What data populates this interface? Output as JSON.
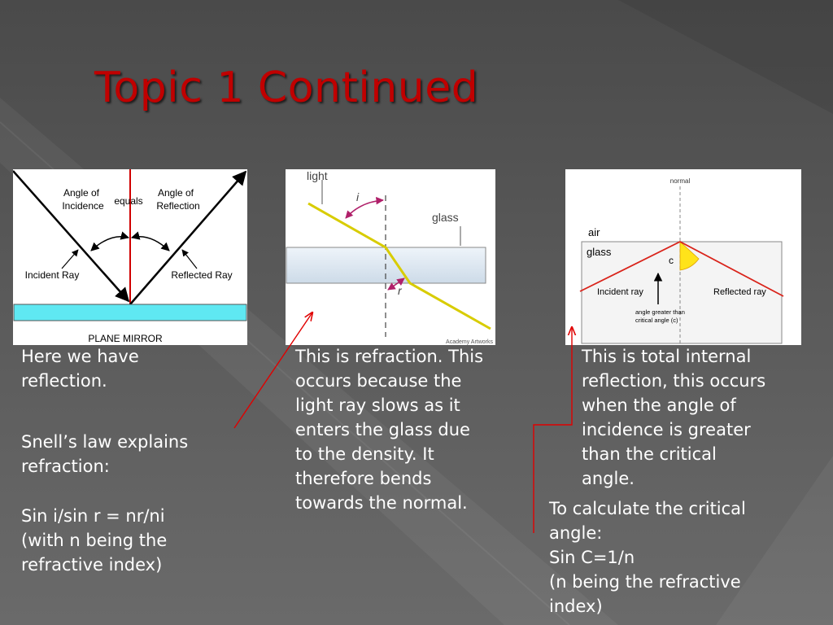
{
  "slide": {
    "title": "Topic 1 Continued",
    "colors": {
      "title": "#c00000",
      "text": "#ffffff",
      "arrow": "#e00000"
    }
  },
  "reflection_diagram": {
    "angle_of_incidence_line1": "Angle of",
    "angle_of_incidence_line2": "Incidence",
    "equals": "equals",
    "angle_of_reflection_line1": "Angle of",
    "angle_of_reflection_line2": "Reflection",
    "incident_ray": "Incident Ray",
    "reflected_ray": "Reflected Ray",
    "plane_mirror": "PLANE MIRROR"
  },
  "refraction_diagram": {
    "light": "light",
    "angle_i": "i",
    "glass": "glass",
    "angle_r": "r",
    "credit": "Academy Artworks"
  },
  "tir_diagram": {
    "normal": "normal",
    "air": "air",
    "glass": "glass",
    "angle_c": "c",
    "incident_ray": "Incident ray",
    "reflected_ray": "Reflected ray",
    "note_line1": "angle greater than",
    "note_line2": "critical angle (c)"
  },
  "texts": {
    "reflection_caption": [
      "Here we have",
      "reflection."
    ],
    "snell_intro": [
      "Snell’s law explains",
      "refraction:"
    ],
    "snell_formula": [
      "Sin i/sin r = nr/ni",
      "(with n being the",
      "refractive index)"
    ],
    "refraction_caption": [
      "This is refraction. This",
      "occurs because the",
      "light ray slows as it",
      "enters the glass due",
      "to the density. It",
      "therefore bends",
      "towards the normal."
    ],
    "tir_caption": [
      "This is total internal",
      "reflection, this occurs",
      "when the angle of",
      "incidence is greater",
      "than the critical",
      "angle."
    ],
    "critical_angle": [
      "To calculate the critical",
      "angle:",
      "Sin C=1/n",
      "(n being the refractive",
      "index)"
    ]
  }
}
